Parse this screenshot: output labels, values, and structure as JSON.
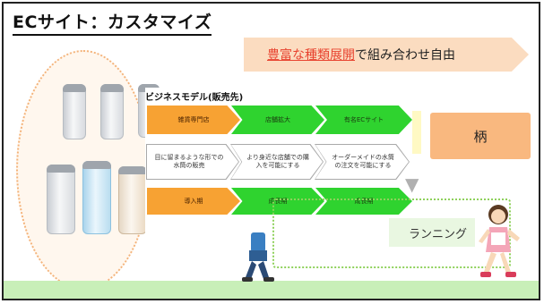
{
  "slide": {
    "title": "ECサイト：カスタマイズ",
    "banner": {
      "highlight": "豊富な種類展開",
      "rest": "で組み合わせ自由"
    },
    "model_title": "ビジネスモデル(販売先)",
    "top_row": [
      "雑貨専門店",
      "店舗拡大",
      "有名ECサイト"
    ],
    "descriptions": [
      "目に留まるような形での水筒の販売",
      "より身近な店舗での購入を可能にする",
      "オーダーメイドの水筒の注文を可能にする"
    ],
    "bottom_row": [
      "導入期",
      "成長期",
      "成長期"
    ],
    "side_box_label": "柄",
    "planning_label": "ランニング",
    "colors": {
      "orange": "#f7a233",
      "green": "#2fd32f",
      "banner_bg": "#fbdcc0",
      "highlight_red": "#e8432f",
      "peach_box": "#f9b87f"
    }
  }
}
